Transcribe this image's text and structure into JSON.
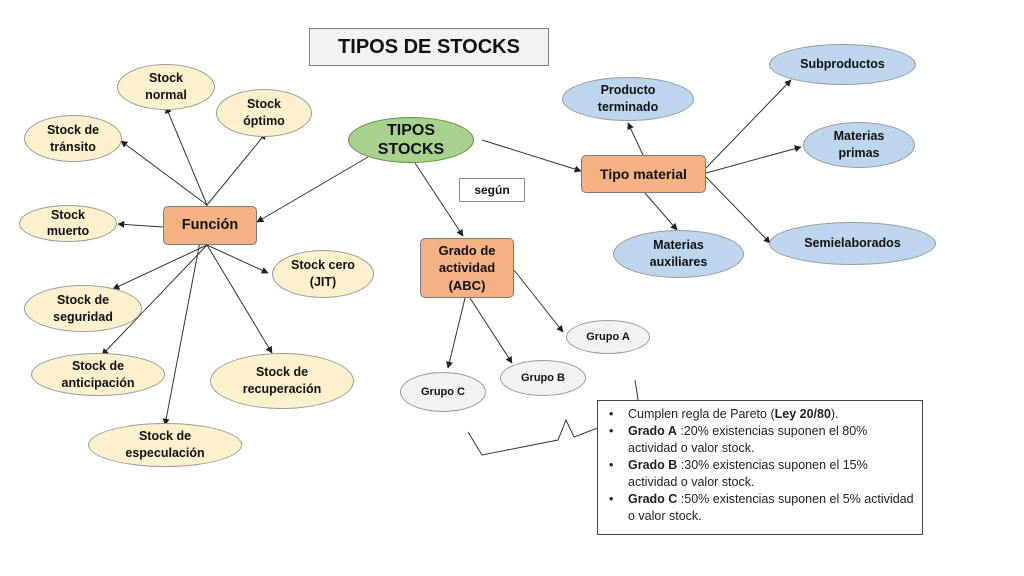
{
  "title": "TIPOS DE STOCKS",
  "center": {
    "label_line1": "TIPOS",
    "label_line2": "STOCKS"
  },
  "connector": "según",
  "funcion": {
    "label": "Función",
    "children": {
      "normal": "Stock normal",
      "optimo": "Stock óptimo",
      "transito": "Stock de tránsito",
      "muerto": "Stock muerto",
      "cero": "Stock cero (JIT)",
      "seguridad": "Stock de seguridad",
      "anticipacion": "Stock de anticipación",
      "recuperacion": "Stock de recuperación",
      "especulacion": "Stock de especulación"
    }
  },
  "grado": {
    "label": "Grado de actividad (ABC)",
    "children": {
      "a": "Grupo A",
      "b": "Grupo B",
      "c": "Grupo C"
    }
  },
  "material": {
    "label": "Tipo material",
    "children": {
      "terminado": "Producto terminado",
      "subproductos": "Subproductos",
      "materias_primas": "Materias primas",
      "semielaborados": "Semielaborados",
      "auxiliares": "Materias auxiliares"
    }
  },
  "notes": [
    {
      "bold": "",
      "text": "Cumplen regla de Pareto (",
      "bold2": "Ley 20/80",
      "text2": ")."
    },
    {
      "bold": "Grado A",
      "text": " :20% existencias suponen el 80% actividad o valor stock.",
      "bold2": "",
      "text2": ""
    },
    {
      "bold": "Grado B",
      "text": " :30% existencias suponen el 15% actividad o valor stock.",
      "bold2": "",
      "text2": ""
    },
    {
      "bold": "Grado C",
      "text": " :50% existencias suponen el 5% actividad o valor stock.",
      "bold2": "",
      "text2": ""
    }
  ],
  "colors": {
    "yellow_nodes": "#fdf0cc",
    "blue_nodes": "#bdd6ee",
    "gray_nodes": "#f2f2f2",
    "center_node": "#a9d18e",
    "category_nodes": "#f4b183"
  }
}
